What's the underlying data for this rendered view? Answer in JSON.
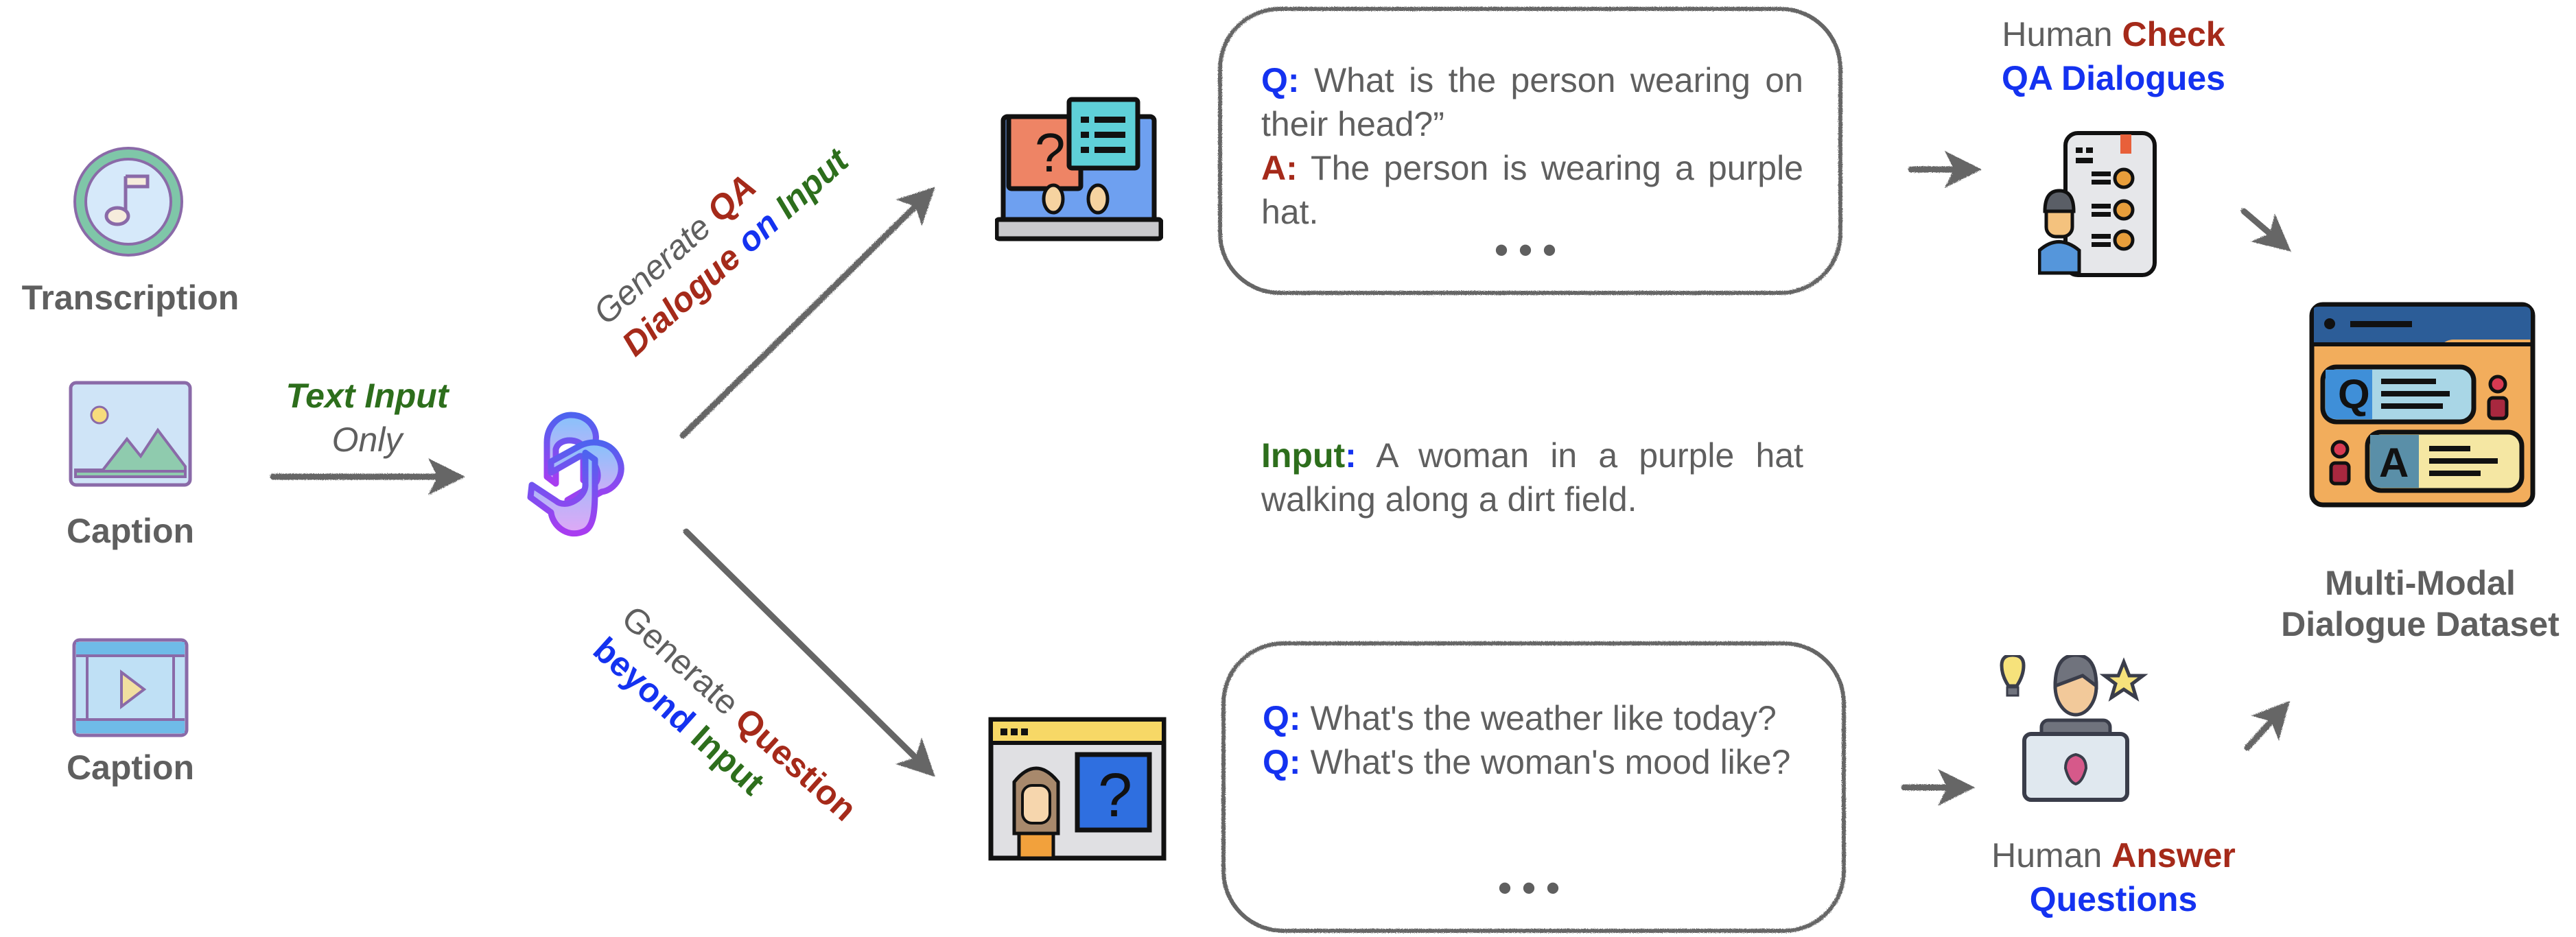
{
  "inputs": [
    {
      "label": "Transcription",
      "icon": "music-note-icon"
    },
    {
      "label": "Caption",
      "icon": "image-landscape-icon"
    },
    {
      "label": "Caption",
      "icon": "video-film-icon"
    }
  ],
  "text_input_arrow": {
    "line1": "Text Input",
    "line2": "Only"
  },
  "model": {
    "icon": "openai-logo-icon"
  },
  "upper_branch": {
    "word1": "Generate",
    "word2": "QA",
    "word3": "Dialogue",
    "word4": "on",
    "word5": "Input"
  },
  "lower_branch": {
    "word1": "Generate",
    "word2": "Question",
    "word3": "beyond",
    "word4": "Input"
  },
  "upper_box": {
    "q_label": "Q:",
    "q_text": "What is the person wearing on their head?”",
    "a_label": "A:",
    "a_text": "The person is wearing a purple hat.",
    "ellipsis": "•••"
  },
  "input_text": {
    "label": "Input",
    "colon": ":",
    "text": "A woman in a purple hat walking along a dirt field."
  },
  "lower_box": {
    "q1_label": "Q:",
    "q1_text": "What's the weather like today?",
    "q2_label": "Q:",
    "q2_text": "What's the woman's mood like?",
    "ellipsis": "•••"
  },
  "human_check": {
    "prefix": "Human",
    "action": "Check",
    "object": "QA Dialogues"
  },
  "human_answer": {
    "prefix": "Human",
    "action": "Answer",
    "object": "Questions"
  },
  "output": {
    "line1": "Multi-Modal",
    "line2": "Dialogue Dataset"
  },
  "colors": {
    "gray_text": "#5f5f5f",
    "red": "#a52a1a",
    "blue": "#1432f0",
    "green": "#2d6e1c",
    "arrow": "#666666"
  }
}
